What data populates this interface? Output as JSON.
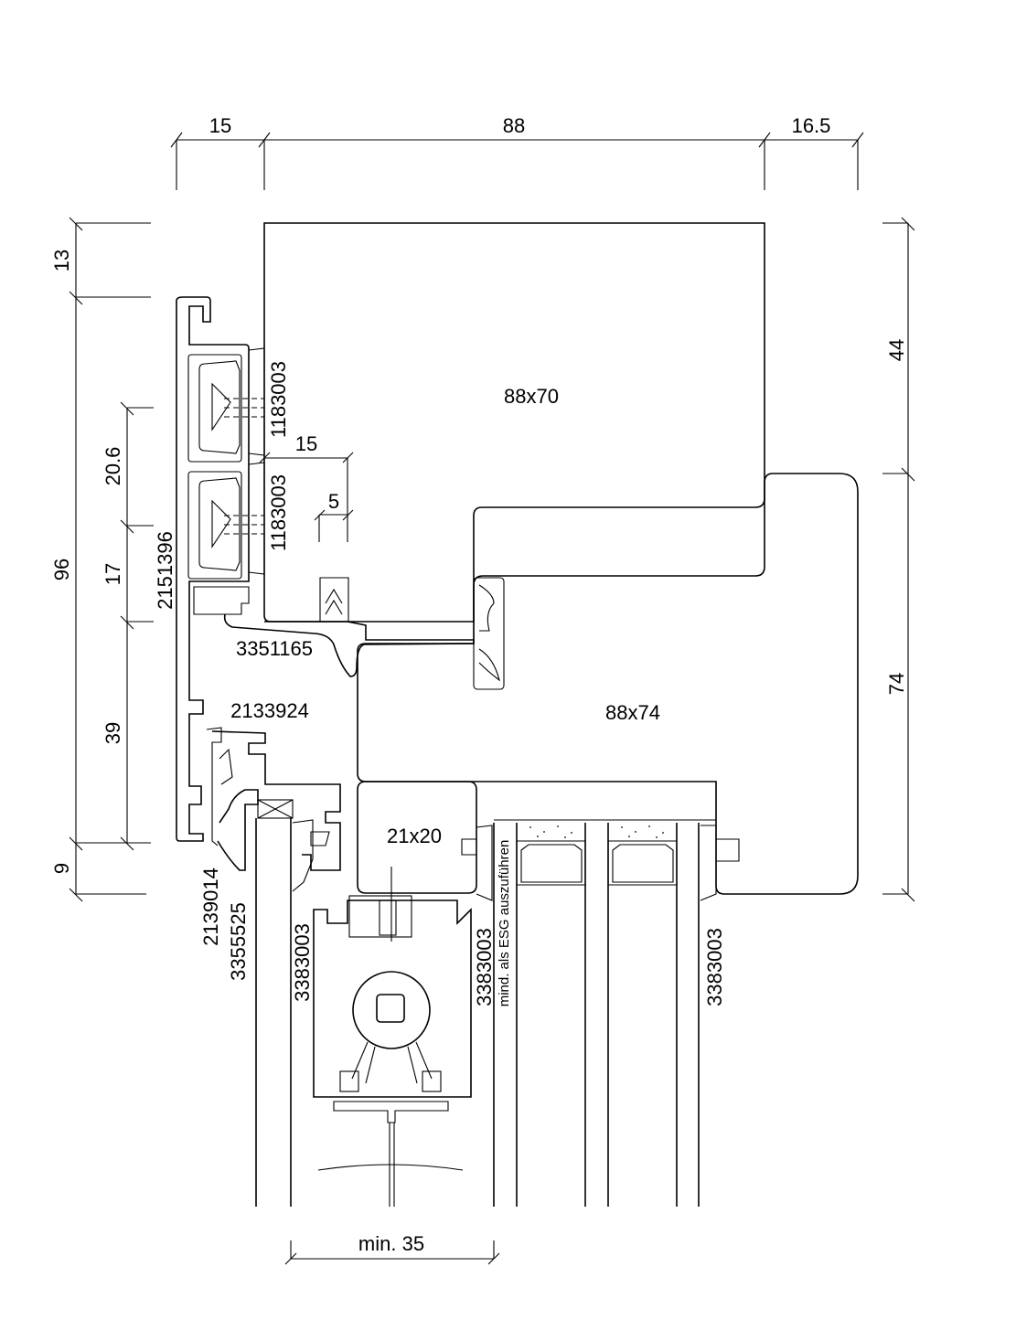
{
  "drawing": {
    "type": "window section detail",
    "line_color": "#000000",
    "background": "#ffffff"
  },
  "dimensions": {
    "top": [
      "15",
      "88",
      "16.5"
    ],
    "left_outer": [
      "13",
      "96",
      "9"
    ],
    "left_inner": [
      "20.6",
      "17",
      "39"
    ],
    "right": [
      "44",
      "74"
    ],
    "inner_15": "15",
    "inner_5": "5",
    "bottom": "min. 35"
  },
  "sections": {
    "frame": "88x70",
    "sash": "88x74",
    "bead": "21x20"
  },
  "part_numbers": {
    "p1183003_top": "1183003",
    "p1183003_bottom": "1183003",
    "p2151396": "2151396",
    "p3351165": "3351165",
    "p2133924": "2133924",
    "p2139014": "2139014",
    "p3355525": "3355525",
    "p3383003_left": "3383003",
    "p3383003_mid": "3383003",
    "p3383003_right": "3383003"
  },
  "notes": {
    "glass_note": "mind. als ESG auszuführen"
  }
}
